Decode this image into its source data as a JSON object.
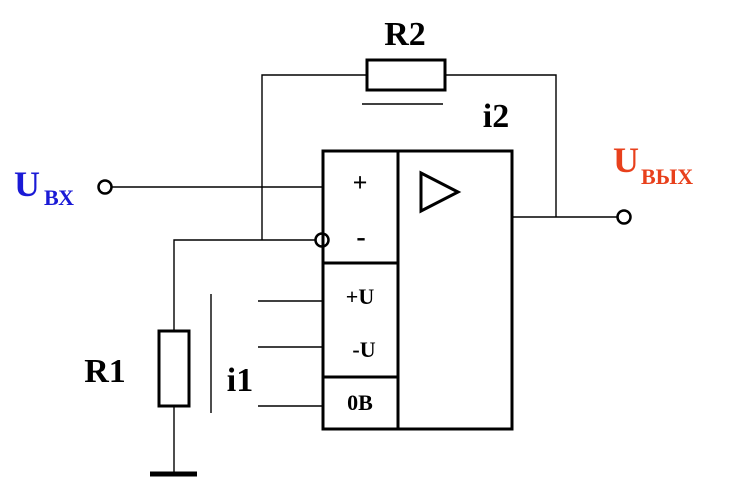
{
  "labels": {
    "r2": "R2",
    "r1": "R1",
    "i2": "i2",
    "i1": "i1",
    "u_in_main": "U",
    "u_in_sub": "ВХ",
    "u_out_main": "U",
    "u_out_sub": "ВЫХ",
    "plus_input": "+",
    "minus_input": "-",
    "plus_supply": "+U",
    "minus_supply": "-U",
    "ground": "0В"
  },
  "colors": {
    "input_label": "#1a1ad6",
    "output_label": "#e8401c",
    "lines": "#000000"
  }
}
